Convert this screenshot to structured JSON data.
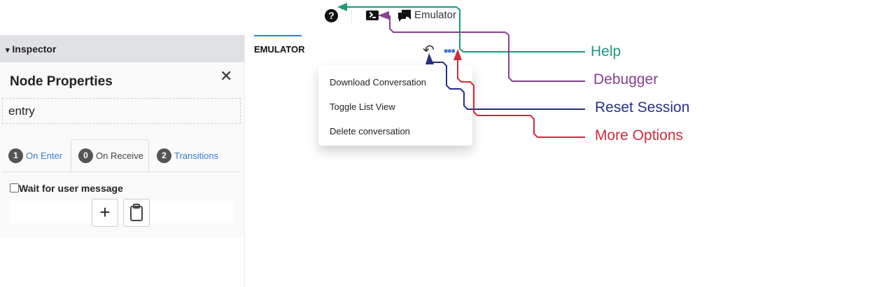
{
  "toolbar": {
    "help_icon": "help-circle-icon",
    "debugger_icon": "terminal-icon",
    "emulator_icon": "chat-bubbles-icon",
    "emulator_label": "Emulator"
  },
  "inspector": {
    "header": "Inspector",
    "collapse_glyph": "▾",
    "title": "Node Properties",
    "close_glyph": "✕",
    "node_name": "entry",
    "tabs": [
      {
        "badge": "1",
        "label": "On Enter",
        "active": false
      },
      {
        "badge": "0",
        "label": "On Receive",
        "active": true
      },
      {
        "badge": "2",
        "label": "Transitions",
        "active": false
      }
    ],
    "wait_checkbox_label": "Wait for user message",
    "wait_checked": false,
    "add_glyph": "+",
    "paste_icon": "clipboard-icon"
  },
  "emulator": {
    "tab_label": "EMULATOR",
    "reset_glyph": "↶",
    "more_glyph": "•••",
    "menu_items": [
      "Download Conversation",
      "Toggle List View",
      "Delete conversation"
    ]
  },
  "callouts": [
    {
      "label": "Help",
      "color": "#1a9a7c"
    },
    {
      "label": "Debugger",
      "color": "#8a3f91"
    },
    {
      "label": "Reset Session",
      "color": "#262f86"
    },
    {
      "label": "More Options",
      "color": "#d12a3b"
    }
  ],
  "colors": {
    "accent_blue": "#3a7bd5",
    "inspector_header_bg": "#dfe1e4",
    "link_blue": "#3a7bd5"
  }
}
